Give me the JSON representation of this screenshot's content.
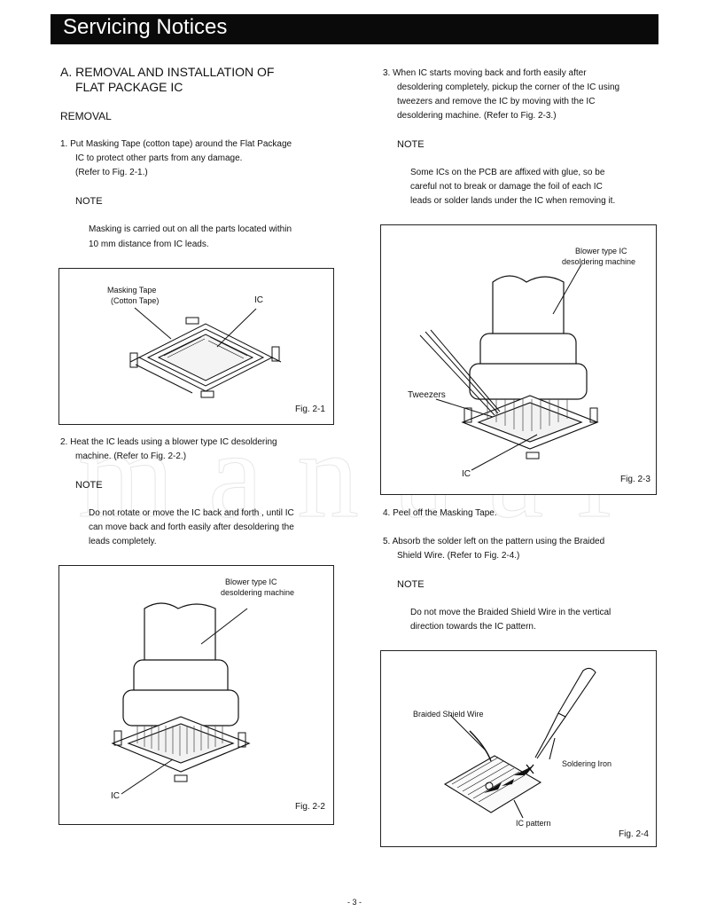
{
  "header": {
    "title": "Servicing Notices"
  },
  "left": {
    "section_title_1": "A. REMOVAL AND INSTALLATION OF",
    "section_title_2": "FLAT PACKAGE IC",
    "removal": "REMOVAL",
    "step1": [
      "1. Put Masking Tape (cotton tape) around the Flat Package",
      "IC to protect other parts from any damage.",
      "(Refer to Fig. 2-1.)"
    ],
    "note": "NOTE",
    "note1": [
      "Masking is carried out on all the parts located within",
      "10 mm distance from IC leads."
    ],
    "fig1": {
      "label_masking": "Masking Tape",
      "label_cotton": "(Cotton Tape)",
      "label_ic": "IC",
      "caption": "Fig. 2-1"
    },
    "step2": [
      "2. Heat the IC leads using a blower type IC desoldering",
      "machine. (Refer to Fig. 2-2.)"
    ],
    "note2": [
      "Do not rotate or move the IC back and forth , until IC",
      "can move back and forth easily after desoldering the",
      "leads completely."
    ],
    "fig2": {
      "label_blower1": "Blower type IC",
      "label_blower2": "desoldering machine",
      "label_ic": "IC",
      "caption": "Fig. 2-2"
    }
  },
  "right": {
    "step3": [
      "3. When IC starts moving back and forth easily after",
      "desoldering completely, pickup the corner of the IC using",
      "tweezers and remove the IC by moving with the IC",
      "desoldering machine. (Refer to Fig. 2-3.)"
    ],
    "note": "NOTE",
    "note3": [
      "Some ICs on the PCB are affixed with glue, so be",
      "careful not to break or damage the foil of each IC",
      "leads or solder lands under the IC when removing it."
    ],
    "fig3": {
      "label_blower1": "Blower type IC",
      "label_blower2": "desoldering machine",
      "label_tweezers": "Tweezers",
      "label_ic": "IC",
      "caption": "Fig. 2-3"
    },
    "step4": "4. Peel off the Masking Tape.",
    "step5": [
      "5. Absorb the solder left on the pattern using the Braided",
      "Shield Wire. (Refer to Fig. 2-4.)"
    ],
    "note5": [
      "Do not move the Braided Shield Wire in the vertical",
      "direction towards the IC pattern."
    ],
    "fig4": {
      "label_braided": "Braided Shield Wire",
      "label_iron": "Soldering Iron",
      "label_pattern": "IC pattern",
      "caption": "Fig. 2-4"
    }
  },
  "watermark": "manual",
  "footer": {
    "page": "- 3 -"
  }
}
